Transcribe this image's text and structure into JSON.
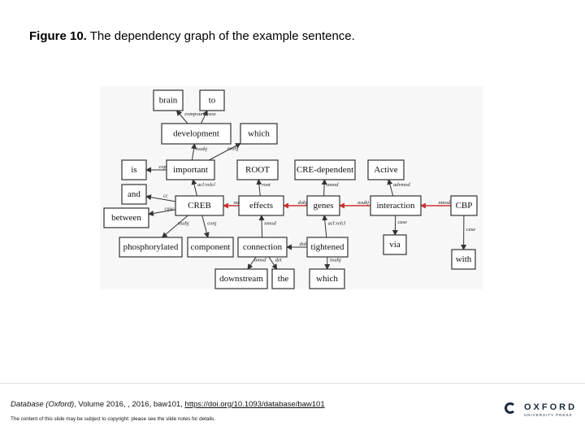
{
  "title": {
    "bold": "Figure 10.",
    "text": " The dependency graph of the example sentence."
  },
  "graph": {
    "nodes": [
      {
        "id": "brain",
        "label": "brain"
      },
      {
        "id": "to",
        "label": "to"
      },
      {
        "id": "development",
        "label": "development"
      },
      {
        "id": "which1",
        "label": "which"
      },
      {
        "id": "is",
        "label": "is"
      },
      {
        "id": "important",
        "label": "important"
      },
      {
        "id": "root",
        "label": "ROOT"
      },
      {
        "id": "credependent",
        "label": "CRE-dependent"
      },
      {
        "id": "active",
        "label": "Active"
      },
      {
        "id": "and",
        "label": "and"
      },
      {
        "id": "creb",
        "label": "CREB"
      },
      {
        "id": "effects",
        "label": "effects"
      },
      {
        "id": "genes",
        "label": "genes"
      },
      {
        "id": "interaction",
        "label": "interaction"
      },
      {
        "id": "cbp",
        "label": "CBP"
      },
      {
        "id": "between",
        "label": "between"
      },
      {
        "id": "via",
        "label": "via"
      },
      {
        "id": "phosphorylated",
        "label": "phosphorylated"
      },
      {
        "id": "component",
        "label": "component"
      },
      {
        "id": "connection",
        "label": "connection"
      },
      {
        "id": "tightened",
        "label": "tightened"
      },
      {
        "id": "with",
        "label": "with"
      },
      {
        "id": "downstream",
        "label": "downstream"
      },
      {
        "id": "the",
        "label": "the"
      },
      {
        "id": "which2",
        "label": "which"
      }
    ],
    "edges": [
      {
        "from": "development",
        "to": "brain",
        "label": "compound"
      },
      {
        "from": "development",
        "to": "to",
        "label": "case"
      },
      {
        "from": "important",
        "to": "development",
        "label": "nsubj"
      },
      {
        "from": "important",
        "to": "which1",
        "label": "nsubj"
      },
      {
        "from": "important",
        "to": "is",
        "label": "cop"
      },
      {
        "from": "creb",
        "to": "important",
        "label": "acl:relcl"
      },
      {
        "from": "effects",
        "to": "root",
        "label": "root"
      },
      {
        "from": "creb",
        "to": "and",
        "label": "cc"
      },
      {
        "from": "creb",
        "to": "between",
        "label": "case"
      },
      {
        "from": "effects",
        "to": "creb",
        "label": "nmod",
        "red": true
      },
      {
        "from": "genes",
        "to": "effects",
        "label": "dobj",
        "red": true
      },
      {
        "from": "interaction",
        "to": "genes",
        "label": "nsubj",
        "red": true
      },
      {
        "from": "cbp",
        "to": "interaction",
        "label": "nmod",
        "red": true
      },
      {
        "from": "genes",
        "to": "credependent",
        "label": "amod"
      },
      {
        "from": "interaction",
        "to": "active",
        "label": "advmod"
      },
      {
        "from": "interaction",
        "to": "via",
        "label": "case"
      },
      {
        "from": "cbp",
        "to": "with",
        "label": "case"
      },
      {
        "from": "creb",
        "to": "component",
        "label": "conj"
      },
      {
        "from": "creb",
        "to": "phosphorylated",
        "label": "nsubj"
      },
      {
        "from": "connection",
        "to": "effects",
        "label": "nmod"
      },
      {
        "from": "tightened",
        "to": "genes",
        "label": "acl:relcl"
      },
      {
        "from": "tightened",
        "to": "connection",
        "label": "dobj"
      },
      {
        "from": "tightened",
        "to": "which2",
        "label": "nsubj"
      },
      {
        "from": "connection",
        "to": "downstream",
        "label": "amod"
      },
      {
        "from": "connection",
        "to": "the",
        "label": "det"
      }
    ]
  },
  "footer": {
    "journal": "Database (Oxford)",
    "details": ", Volume 2016, , 2016, baw101, ",
    "doi": "https://doi.org/10.1093/database/baw101",
    "copyright": "The content of this slide may be subject to copyright: please see the slide notes for details.",
    "logo_word": "OXFORD",
    "logo_sub": "UNIVERSITY PRESS"
  },
  "colors": {
    "highlight_edge": "#d03030",
    "normal_edge": "#333333",
    "node_border": "#333333"
  }
}
